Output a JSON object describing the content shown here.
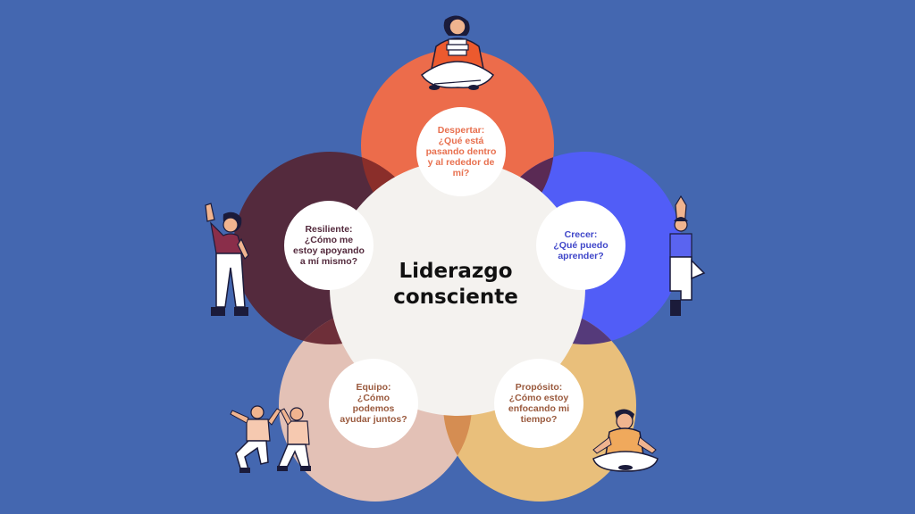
{
  "center": {
    "line1": "Liderazgo",
    "line2": "consciente"
  },
  "colors": {
    "background": "#4467b0",
    "center_circle": "#f4f2ef",
    "node": "#ffffff",
    "despertar": "#ec6c4b",
    "crecer": "#515df7",
    "proposito": "#e9bf7b",
    "equipo": "#e3c1b6",
    "resiliente": "#542a3d"
  },
  "nodes": {
    "despertar": {
      "title": "Despertar:",
      "question": "¿Qué está pasando dentro y al rededor de mí?",
      "text_color": "#e8704f",
      "icon": "woman-meditating-with-books-illustration"
    },
    "crecer": {
      "title": "Crecer:",
      "question": "¿Qué puedo aprender?",
      "text_color": "#3f46c9",
      "icon": "woman-yoga-tree-pose-illustration"
    },
    "proposito": {
      "title": "Propósito:",
      "question": "¿Cómo estoy enfocando mi tiempo?",
      "text_color": "#9a5a3e",
      "icon": "man-meditating-illustration"
    },
    "equipo": {
      "title": "Equipo:",
      "question": "¿Cómo podemos ayudar juntos?",
      "text_color": "#9a5a3e",
      "icon": "people-jumping-high-five-illustration"
    },
    "resiliente": {
      "title": "Resiliente:",
      "question": "¿Cómo me estoy apoyando a mí mismo?",
      "text_color": "#542a3d",
      "icon": "woman-waving-illustration"
    }
  }
}
